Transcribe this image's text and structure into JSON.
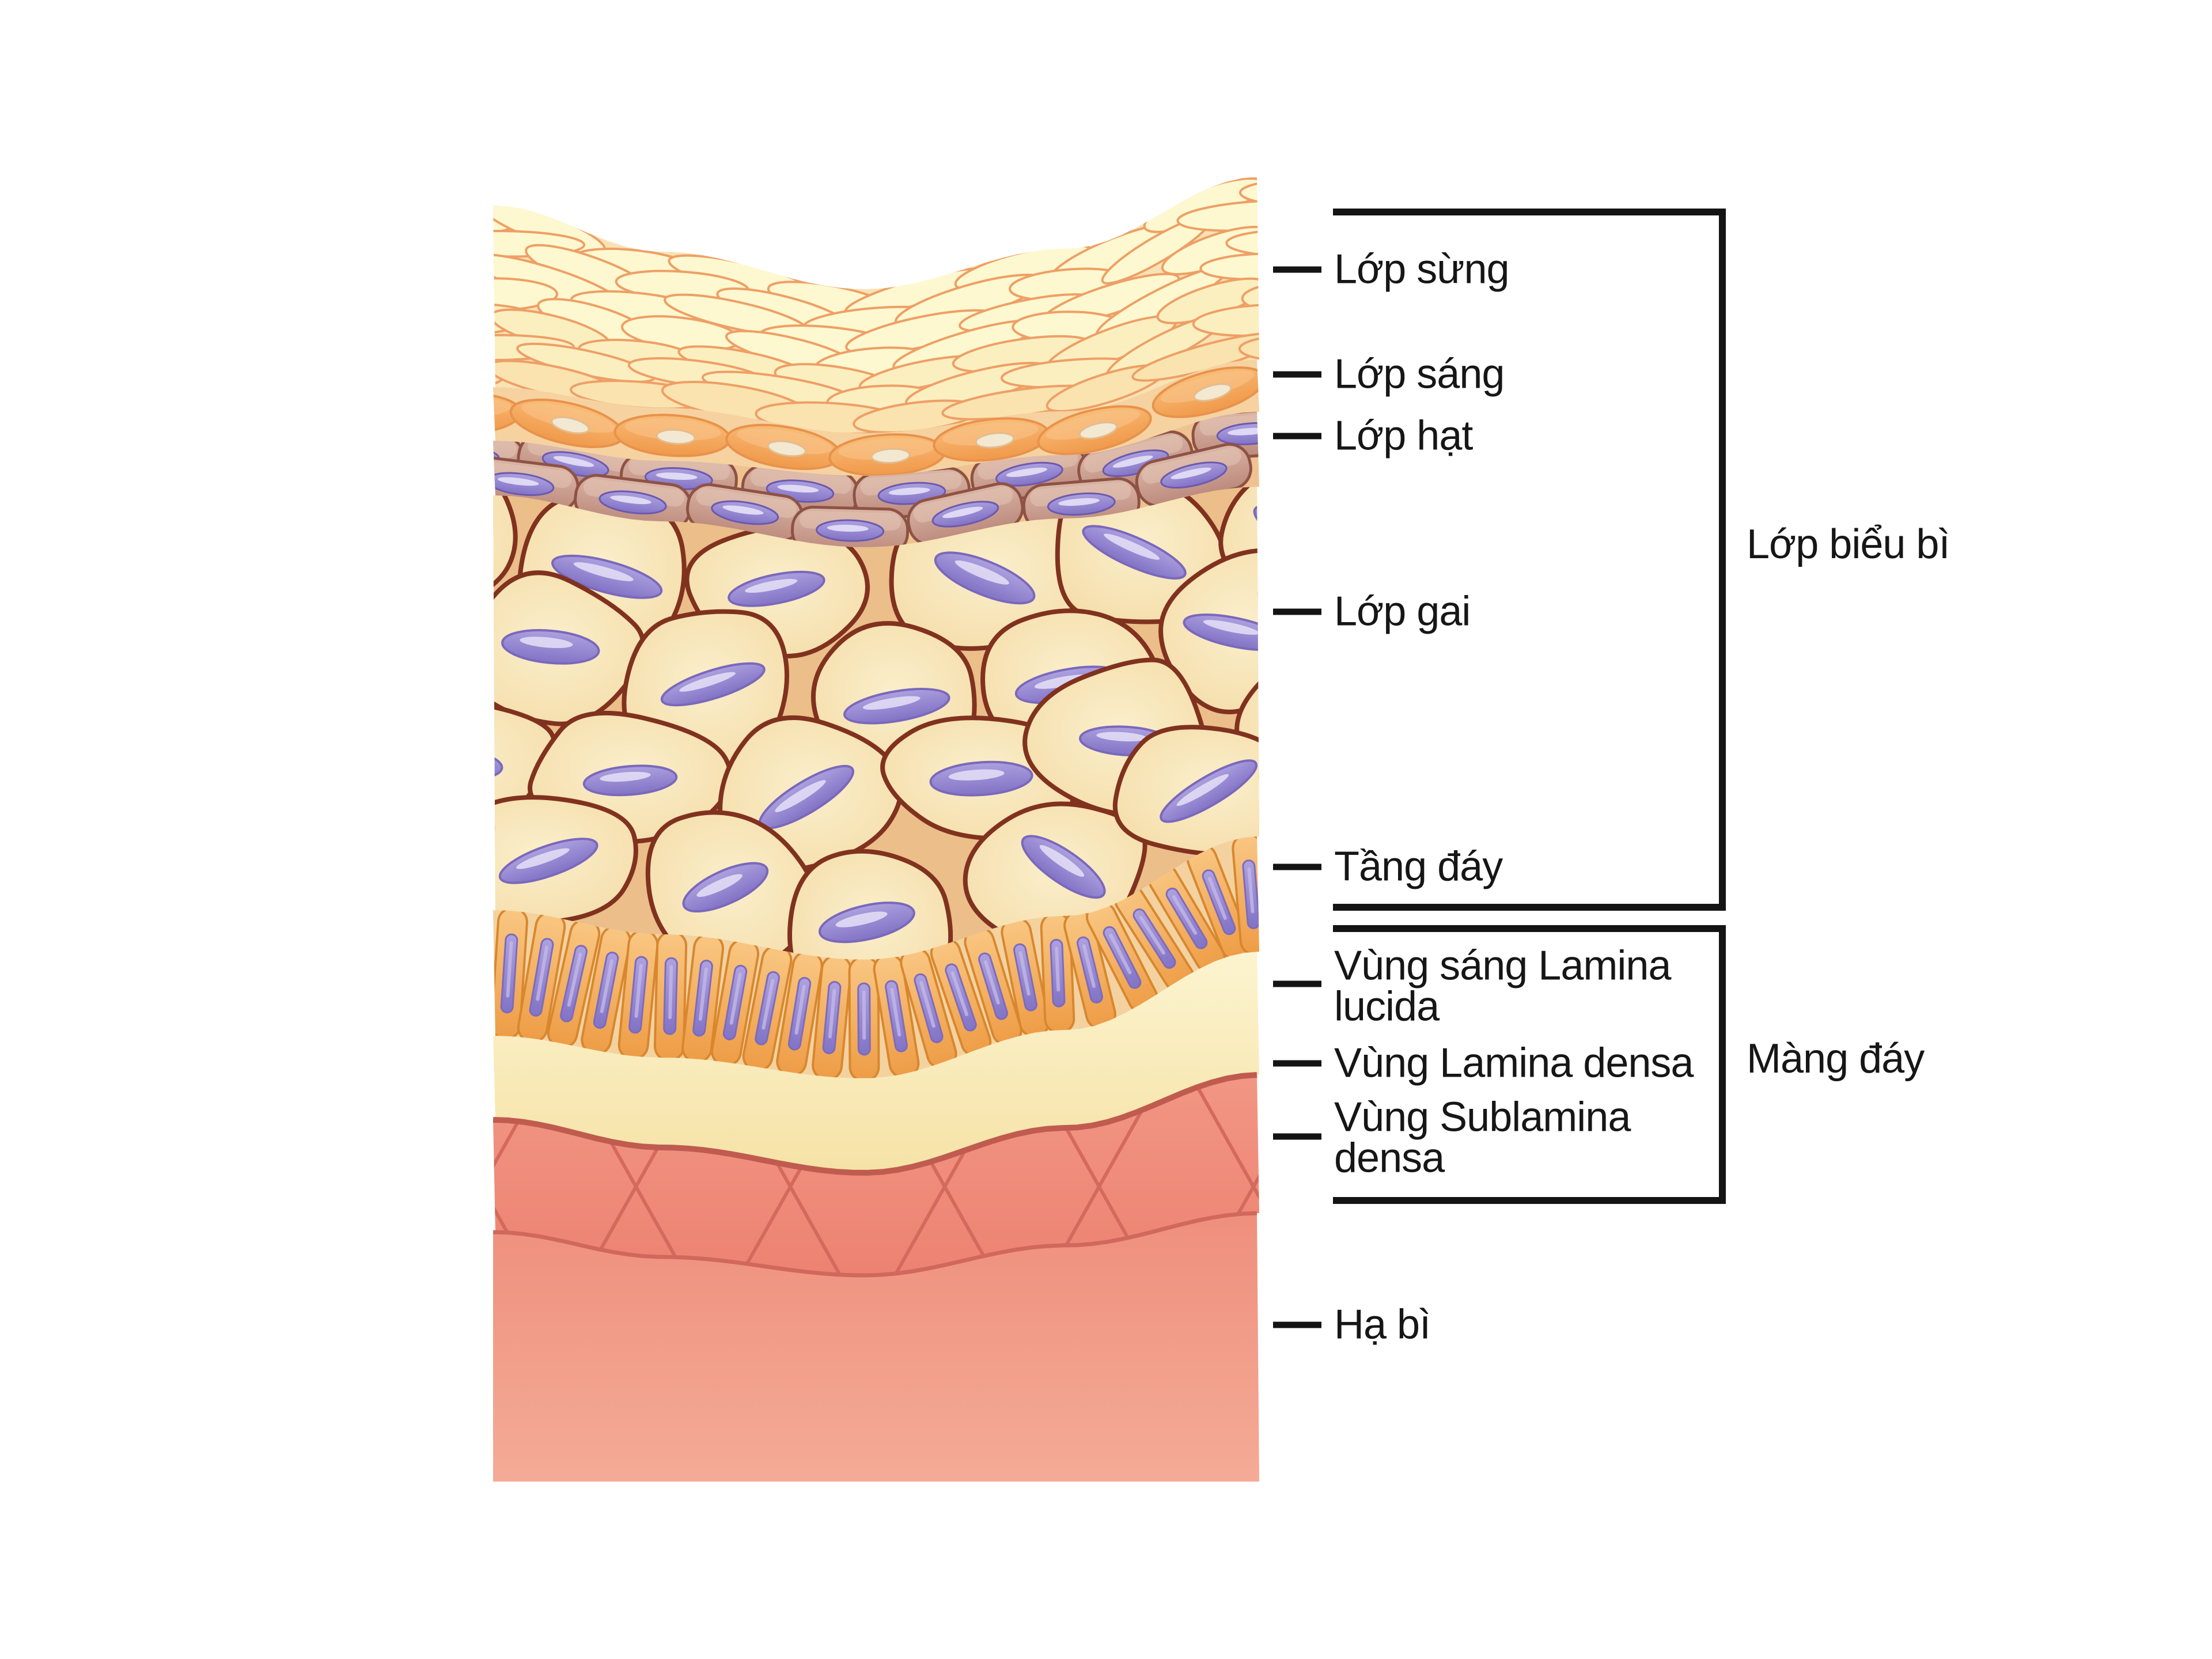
{
  "diagram": {
    "title_semantic": "skin-layers-cross-section",
    "layer_labels": [
      {
        "label": "Lớp sừng"
      },
      {
        "label": "Lớp sáng"
      },
      {
        "label": "Lớp hạt"
      },
      {
        "label": "Lớp gai"
      },
      {
        "label": "Tầng đáy"
      },
      {
        "label": "Vùng sáng Lamina lucida"
      },
      {
        "label": "Vùng Lamina densa"
      },
      {
        "label": "Vùng Sublamina densa"
      },
      {
        "label": "Hạ bì"
      }
    ],
    "bracket_labels": [
      {
        "label": "Lớp biểu bì"
      },
      {
        "label": "Màng đáy"
      }
    ],
    "colors": {
      "label_color": "#161616",
      "corneum_bg": "#F9E2B4",
      "corneum_fill_light": "#FDF8CF",
      "corneum_fill_mid": "#FBEFC0",
      "corneum_fill_low": "#FAE3AE",
      "corneum_stroke": "#EE9F66",
      "lucidum_bg": "#F6D2A0",
      "lucidum_fill_top": "#F9BD77",
      "lucidum_fill_bot": "#F0994B",
      "lucidum_stroke": "#E8924B",
      "lucidum_nucleus": "#F3E8D2",
      "lucidum_nucleus_stroke": "#E2BD8E",
      "gran_bg": "#EFC291",
      "gran_fill_top": "#DAB5A6",
      "gran_fill_bot": "#BC8A7C",
      "gran_stroke": "#8E5244",
      "nucleus_fill_top": "#ADA1DF",
      "nucleus_fill_bot": "#8273C5",
      "nucleus_stroke": "#6C59AE",
      "nucleus_gloss": "#EAE6F9",
      "spin_bg": "#EBBE8A",
      "spin_fill_center": "#FAEFCB",
      "spin_fill_edge": "#F1CC93",
      "spin_stroke": "#80321F",
      "basal_bg": "#F3D2A0",
      "basal_fill_top": "#F9C783",
      "basal_fill_bot": "#EE9C45",
      "basal_stroke": "#D8872F",
      "cream_top": "#FCF4D0",
      "cream_bot": "#F6E2A6",
      "quilt_fill_top": "#F29684",
      "quilt_fill_bot": "#ED8272",
      "quilt_line": "#D4695D",
      "quilt_edge": "#C05B4F",
      "hypo_top": "#EF8F7D",
      "hypo_bot": "#F4AB96"
    }
  }
}
